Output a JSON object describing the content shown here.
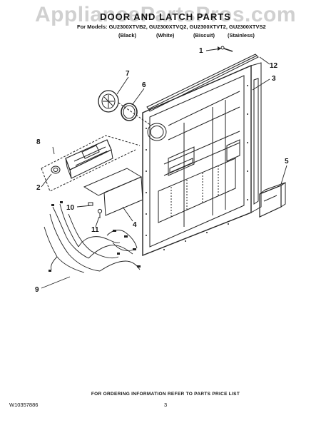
{
  "watermark": "AppliancePartsPros.com",
  "title": "DOOR AND LATCH PARTS",
  "models_line": "For Models: GU2300XTVB2, GU2300XTVQ2, GU2300XTVT2, GU2300XTVS2",
  "colors": [
    "(Black)",
    "(White)",
    "(Biscuit)",
    "(Stainless)"
  ],
  "callouts": [
    "1",
    "12",
    "3",
    "7",
    "6",
    "8",
    "2",
    "5",
    "10",
    "4",
    "11",
    "9"
  ],
  "footer": {
    "note": "FOR ORDERING INFORMATION REFER TO PARTS PRICE LIST",
    "doc_number": "W10357886",
    "page": "3"
  }
}
